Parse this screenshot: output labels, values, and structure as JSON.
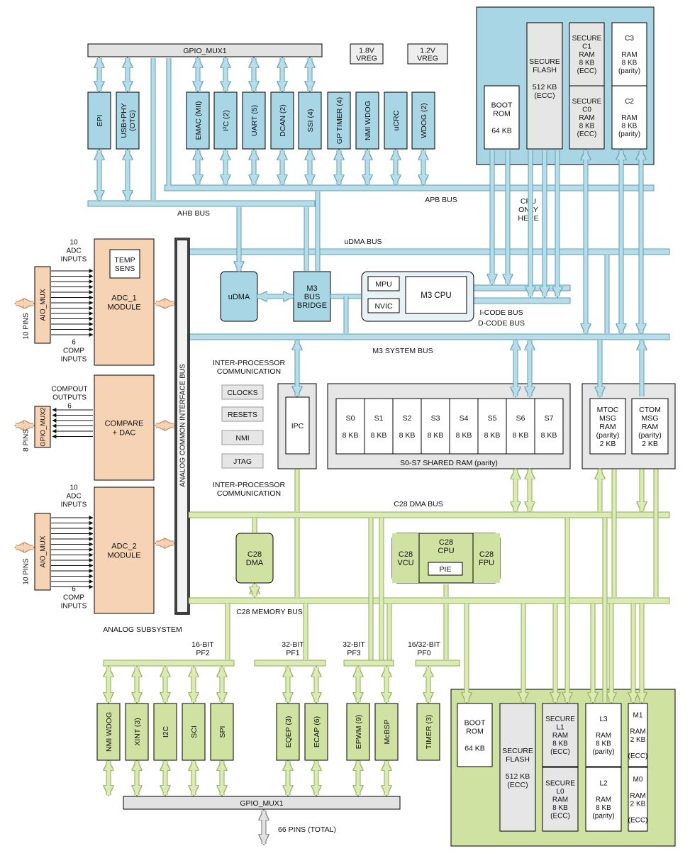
{
  "colors": {
    "m3_block": "#a9d6e5",
    "m3_bus": "#b8dde8",
    "m3_bus_edge": "#5e9fb5",
    "c28_block": "#cfe2a1",
    "c28_bus": "#dcebb6",
    "c28_bus_edge": "#8fae55",
    "analog_block": "#f6d3b4",
    "grey_block": "#e6e6e6",
    "grey_bar": "#e2e2e2",
    "outline": "#000000"
  },
  "top_mux": "GPIO_MUX1",
  "bottom_mux": "GPIO_MUX1",
  "vreg": [
    "1.8V\nVREG",
    "1.2V\nVREG"
  ],
  "m3_peripherals": [
    "EPI",
    "USB+PHY\n(OTG)",
    "EMAC (MII)",
    "I²C (2)",
    "UART (5)",
    "DCAN (2)",
    "SSI (4)",
    "GP TIMER (4)",
    "NMI WDOG",
    "uCRC",
    "WDOG (2)"
  ],
  "m3_memory": {
    "boot_rom": "BOOT\nROM\n\n64 KB",
    "secure_flash": "SECURE\nFLASH\n\n512 KB\n(ECC)",
    "c1": "SECURE\nC1\nRAM\n8 KB\n(ECC)",
    "c0": "SECURE\nC0\nRAM\n8 KB\n(ECC)",
    "c3": "C3\n\nRAM\n8 KB\n(parity)",
    "c2": "C2\n\nRAM\n8 KB\n(parity)"
  },
  "buses": {
    "ahb": "AHB BUS",
    "apb": "APB  BUS",
    "cpu_only": "CPU\nONLY\nHERE",
    "udma": "uDMA BUS",
    "icode": "I-CODE BUS",
    "dcode": "D-CODE BUS",
    "m3_system": "M3 SYSTEM BUS",
    "c28_dma": "C28 DMA BUS",
    "c28_memory": "C28 MEMORY BUS"
  },
  "m3_core": {
    "udma": "uDMA",
    "bridge": "M3\nBUS\nBRIDGE",
    "mpu": "MPU",
    "nvic": "NVIC",
    "cpu": "M3  CPU"
  },
  "analog": {
    "temp_sens": "TEMP\nSENS",
    "adc1": "ADC_1\nMODULE",
    "adc2": "ADC_2\nMODULE",
    "compare": "COMPARE\n+ DAC",
    "aio_mux": "AIO_MUX",
    "gpio_mux2": "GPIO_MUX2",
    "acib": "ANALOG COMMON INTERFACE BUS",
    "adc1_inputs": "10\nADC\nINPUTS",
    "adc1_comp": "6\nCOMP\nINPUTS",
    "compout": "COMPOUT\nOUTPUTS\n6",
    "adc2_inputs": "10\nADC\nINPUTS",
    "adc2_comp": "6\nCOMP\nINPUTS",
    "pins_10a": "10 PINS",
    "pins_8": "8 PINS",
    "pins_10b": "10 PINS",
    "subsystem": "ANALOG SUBSYSTEM"
  },
  "system": {
    "ipc_title_1": "INTER-PROCESSOR\nCOMMUNICATION",
    "ipc_title_2": "INTER-PROCESSOR\nCOMMUNICATION",
    "clocks": "CLOCKS",
    "resets": "RESETS",
    "nmi": "NMI",
    "jtag": "JTAG",
    "ipc": "IPC"
  },
  "shared_ram": {
    "cells": [
      "S0\n\n8 KB",
      "S1\n\n8 KB",
      "S2\n\n8 KB",
      "S3\n\n8 KB",
      "S4\n\n8 KB",
      "S5\n\n8 KB",
      "S6\n\n8 KB",
      "S7\n\n8 KB"
    ],
    "caption": "S0-S7 SHARED RAM (parity)"
  },
  "msg_ram": {
    "mtoc": "MTOC\nMSG\nRAM\n(parity)\n2 KB",
    "ctom": "CTOM\nMSG\nRAM\n(parity)\n2 KB"
  },
  "c28_core": {
    "dma": "C28\nDMA",
    "vcu": "C28\nVCU",
    "cpu": "C28\nCPU",
    "pie": "PIE",
    "fpu": "C28\nFPU"
  },
  "peripheral_frames": {
    "pf2": "16-BIT\nPF2",
    "pf1": "32-BIT\nPF1",
    "pf3": "32-BIT\nPF3",
    "pf0": "16/32-BIT\nPF0"
  },
  "c28_peripherals": [
    "NMI WDOG",
    "XINT (3)",
    "I2C",
    "SCI",
    "SPI",
    "EQEP (3)",
    "ECAP (6)",
    "EPWM (9)",
    "McBSP",
    "TIMER (3)"
  ],
  "c28_memory": {
    "boot_rom": "BOOT\nROM\n\n64 KB",
    "secure_flash": "SECURE\nFLASH\n\n512 KB\n(ECC)",
    "l1": "SECURE\nL1\nRAM\n8 KB\n(ECC)",
    "l0": "SECURE\nL0\nRAM\n8 KB\n(ECC)",
    "l3": "L3\n\nRAM\n8 KB\n(parity)",
    "l2": "L2\n\nRAM\n8 KB\n(parity)",
    "m1": "M1\n\nRAM\n2 KB\n\n(ECC)",
    "m0": "M0\n\nRAM\n2 KB\n\n(ECC)"
  },
  "pins_total": "66 PINS (TOTAL)"
}
